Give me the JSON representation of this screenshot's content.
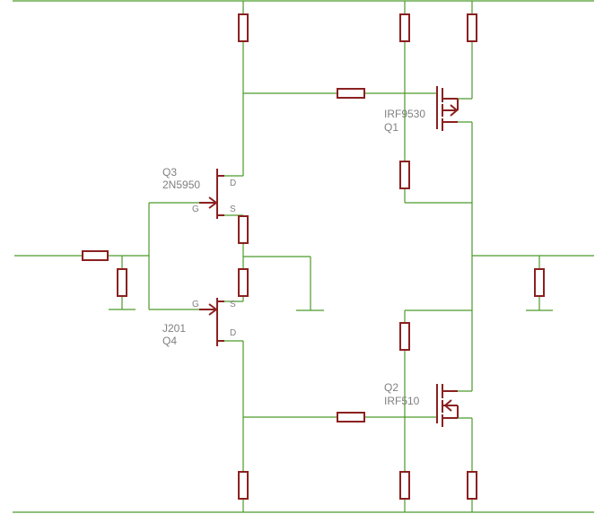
{
  "schematic": {
    "colors": {
      "wire": "#4c9a2a",
      "component": "#8b2020",
      "label": "#808080",
      "background": "#ffffff"
    },
    "q1": {
      "ref": "Q1",
      "part": "IRF9530"
    },
    "q2": {
      "ref": "Q2",
      "part": "IRF510"
    },
    "q3": {
      "ref": "Q3",
      "part": "2N5950",
      "pin_d": "D",
      "pin_g": "G",
      "pin_s": "S"
    },
    "q4": {
      "ref": "Q4",
      "part": "J201",
      "pin_d": "D",
      "pin_g": "G",
      "pin_s": "S"
    }
  }
}
